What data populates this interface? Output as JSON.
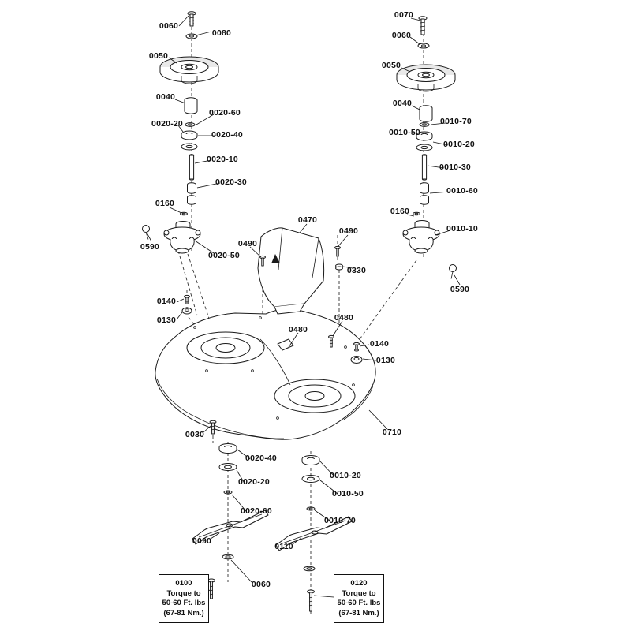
{
  "diagram": {
    "labels": [
      {
        "text": "0060"
      },
      {
        "text": "0080"
      },
      {
        "text": "0050"
      },
      {
        "text": "0040"
      },
      {
        "text": "0020-60"
      },
      {
        "text": "0020-20"
      },
      {
        "text": "0020-40"
      },
      {
        "text": "0020-10"
      },
      {
        "text": "0020-30"
      },
      {
        "text": "0160"
      },
      {
        "text": "0590"
      },
      {
        "text": "0020-50"
      },
      {
        "text": "0490"
      },
      {
        "text": "0470"
      },
      {
        "text": "0490"
      },
      {
        "text": "0330"
      },
      {
        "text": "0140"
      },
      {
        "text": "0130"
      },
      {
        "text": "0480"
      },
      {
        "text": "0480"
      },
      {
        "text": "0140"
      },
      {
        "text": "0130"
      },
      {
        "text": "0030"
      },
      {
        "text": "0710"
      },
      {
        "text": "0020-40"
      },
      {
        "text": "0020-20"
      },
      {
        "text": "0010-20"
      },
      {
        "text": "0010-50"
      },
      {
        "text": "0020-60"
      },
      {
        "text": "0010-70"
      },
      {
        "text": "0090"
      },
      {
        "text": "0110"
      },
      {
        "text": "0060"
      },
      {
        "text": "0070"
      },
      {
        "text": "0060"
      },
      {
        "text": "0050"
      },
      {
        "text": "0040"
      },
      {
        "text": "0010-70"
      },
      {
        "text": "0010-50"
      },
      {
        "text": "0010-20"
      },
      {
        "text": "0010-30"
      },
      {
        "text": "0010-60"
      },
      {
        "text": "0160"
      },
      {
        "text": "0010-10"
      },
      {
        "text": "0590"
      }
    ]
  },
  "torque_notes": {
    "left": {
      "part": "0100",
      "line1": "Torque to",
      "line2": "50-60 Ft. lbs",
      "line3": "(67-81 Nm.)"
    },
    "right": {
      "part": "0120",
      "line1": "Torque to",
      "line2": "50-60 Ft. lbs",
      "line3": "(67-81 Nm.)"
    }
  },
  "colors": {
    "line": "#1a1a1a",
    "background": "#ffffff",
    "part_fill": "#e9e9e9"
  }
}
